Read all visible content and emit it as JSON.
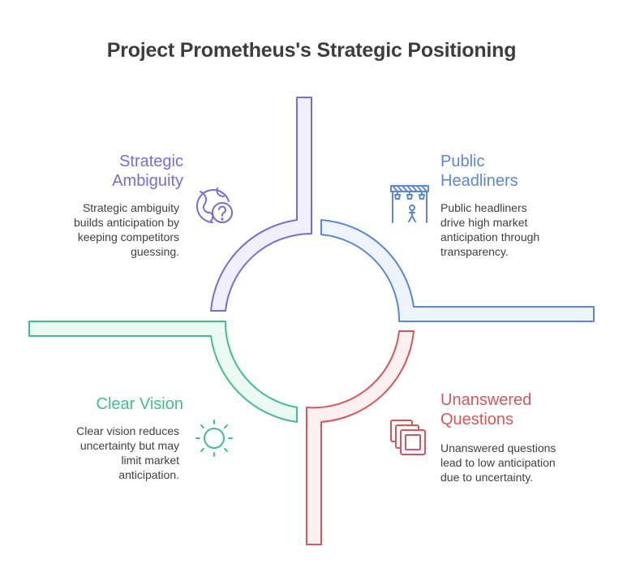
{
  "title": "Project Prometheus's Strategic Positioning",
  "colors": {
    "purple": "#7a6bd6",
    "blue": "#5a87d6",
    "green": "#3fc08a",
    "red": "#d9555a"
  },
  "quadrants": {
    "strategic_ambiguity": {
      "heading_line1": "Strategic",
      "heading_line2": "Ambiguity",
      "desc_line1": "Strategic ambiguity",
      "desc_line2": "builds anticipation by",
      "desc_line3": "keeping competitors",
      "desc_line4": "guessing.",
      "icon": "globe-question-icon"
    },
    "public_headliners": {
      "heading_line1": "Public",
      "heading_line2": "Headliners",
      "desc_line1": "Public headliners",
      "desc_line2": "drive high market",
      "desc_line3": "anticipation through",
      "desc_line4": "transparency.",
      "icon": "stage-spotlight-icon"
    },
    "clear_vision": {
      "heading_line1": "Clear Vision",
      "desc_line1": "Clear vision reduces",
      "desc_line2": "uncertainty but may",
      "desc_line3": "limit market",
      "desc_line4": "anticipation.",
      "icon": "sun-icon"
    },
    "unanswered_questions": {
      "heading_line1": "Unanswered",
      "heading_line2": "Questions",
      "desc_line1": "Unanswered questions",
      "desc_line2": "lead to low anticipation",
      "desc_line3": "due to uncertainty.",
      "icon": "layered-squares-icon"
    }
  }
}
